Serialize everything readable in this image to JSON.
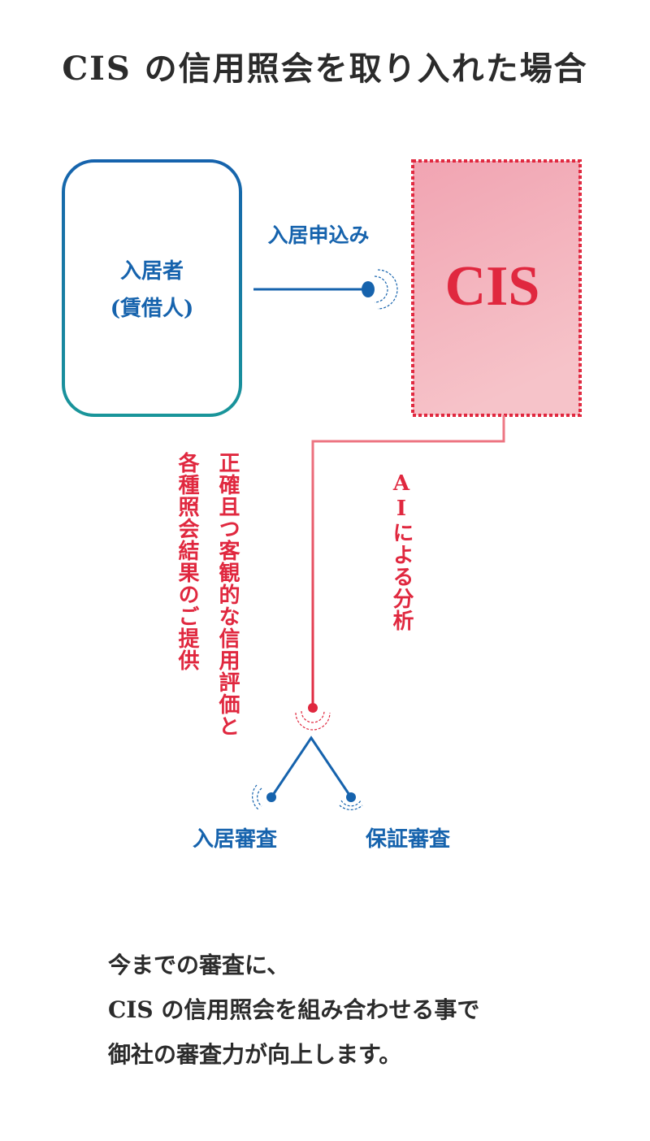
{
  "title": "CIS の信用照会を取り入れた場合",
  "tenant_box": {
    "line1": "入居者",
    "line2": "(賃借人)"
  },
  "arrow_label": "入居申込み",
  "cis_box": {
    "label": "CIS"
  },
  "vertical_left_outer": "各種照会結果のご提供",
  "vertical_left_inner": "正確且つ客観的な信用評価と",
  "vertical_right": "AIによる分析",
  "outcomes": {
    "left": "入居審査",
    "right": "保証審査"
  },
  "footer": {
    "line1": "今までの審査に、",
    "line2": "CIS の信用照会を組み合わせる事で",
    "line3": "御社の審査力が向上します。"
  },
  "colors": {
    "blue": "#1663ad",
    "teal": "#19959a",
    "red": "#e0283f",
    "pink_fill": "#f2a5b1",
    "dark_text": "#2b2b2b"
  }
}
